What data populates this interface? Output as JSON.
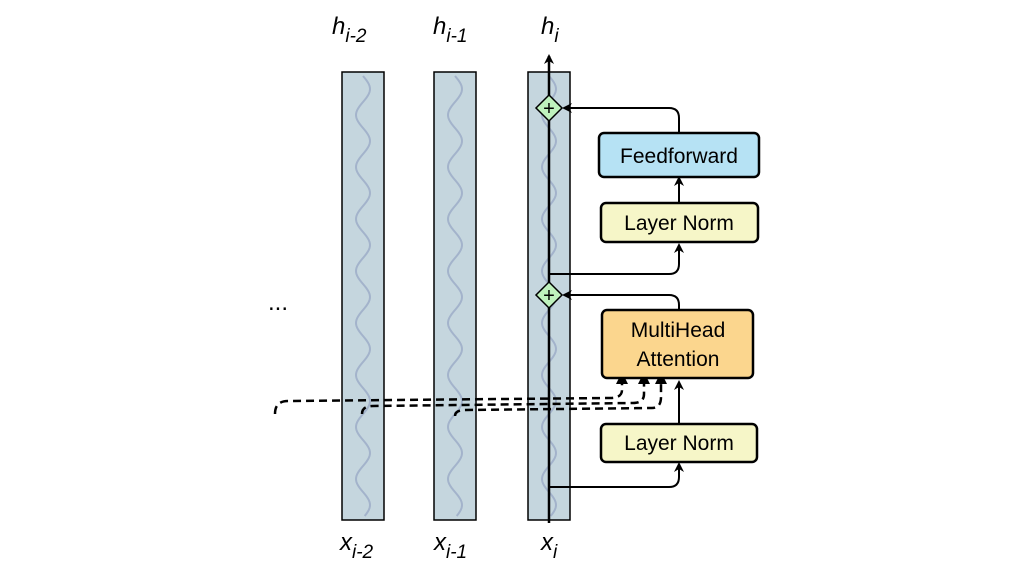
{
  "columns": [
    {
      "top_var": "h",
      "top_sub": "i-2",
      "bottom_var": "x",
      "bottom_sub": "i-2"
    },
    {
      "top_var": "h",
      "top_sub": "i-1",
      "bottom_var": "x",
      "bottom_sub": "i-1"
    },
    {
      "top_var": "h",
      "top_sub": "i",
      "bottom_var": "x",
      "bottom_sub": "i"
    }
  ],
  "ellipsis": "...",
  "blocks": {
    "feedforward": "Feedforward",
    "layer_norm_top": "Layer Norm",
    "attention_line1": "MultiHead",
    "attention_line2": "Attention",
    "layer_norm_bottom": "Layer Norm"
  },
  "add_symbol": "+",
  "colors": {
    "stream_fill": "#c5d6de",
    "wave": "#a3b3cb",
    "feedforward_fill": "#b6e2f4",
    "layer_norm_fill": "#f6f6c8",
    "attention_fill": "#fbd68e",
    "add_fill": "#bff2bd"
  }
}
